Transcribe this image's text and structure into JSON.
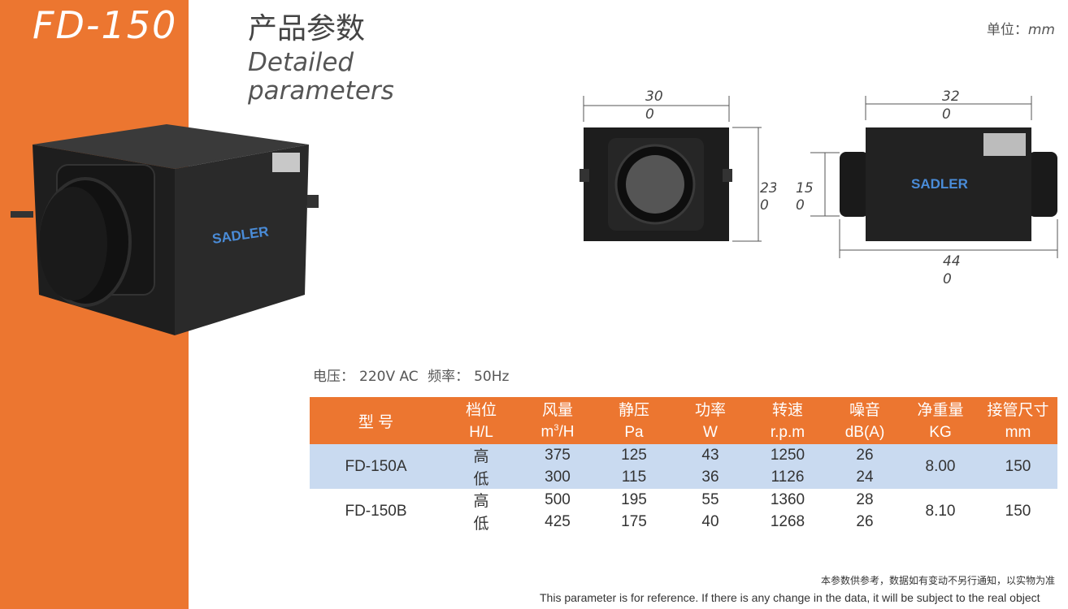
{
  "model_banner": "FD-150",
  "heading": {
    "cn": "产品参数",
    "en_line1": "Detailed",
    "en_line2": "parameters"
  },
  "unit": {
    "label": "单位：",
    "value": "mm"
  },
  "product_image": {
    "logo": "SADLER"
  },
  "front_view": {
    "width_dim_l1": "30",
    "width_dim_l2": "0",
    "height_dim_l1": "23",
    "height_dim_l2": "0"
  },
  "side_view": {
    "width_dim_l1": "32",
    "width_dim_l2": "0",
    "height_dim_l1": "15",
    "height_dim_l2": "0",
    "length_dim_l1": "44",
    "length_dim_l2": "0",
    "logo": "SADLER"
  },
  "power": {
    "voltage_label": "电压：",
    "voltage": "220V AC",
    "freq_label": "频率：",
    "freq": "50Hz"
  },
  "table": {
    "headers": [
      {
        "main": "型 号",
        "sub": ""
      },
      {
        "main": "档位",
        "sub": "H/L"
      },
      {
        "main": "风量",
        "sub_pre": "m",
        "sup": "3",
        "sub_post": "/H"
      },
      {
        "main": "静压",
        "sub": "Pa"
      },
      {
        "main": "功率",
        "sub": "W"
      },
      {
        "main": "转速",
        "sub": "r.p.m"
      },
      {
        "main": "噪音",
        "sub": "dB(A)"
      },
      {
        "main": "净重量",
        "sub": "KG"
      },
      {
        "main": "接管尺寸",
        "sub": "mm"
      }
    ],
    "rows": [
      {
        "model": "FD-150A",
        "weight": "8.00",
        "pipe": "150",
        "levels": [
          {
            "gear": "高",
            "airflow": "375",
            "pressure": "125",
            "power": "43",
            "speed": "1250",
            "noise": "26"
          },
          {
            "gear": "低",
            "airflow": "300",
            "pressure": "115",
            "power": "36",
            "speed": "1126",
            "noise": "24"
          }
        ]
      },
      {
        "model": "FD-150B",
        "weight": "8.10",
        "pipe": "150",
        "levels": [
          {
            "gear": "高",
            "airflow": "500",
            "pressure": "195",
            "power": "55",
            "speed": "1360",
            "noise": "28"
          },
          {
            "gear": "低",
            "airflow": "425",
            "pressure": "175",
            "power": "40",
            "speed": "1268",
            "noise": "26"
          }
        ]
      }
    ]
  },
  "footnote": {
    "cn": "本参数供参考，数据如有变动不另行通知，以实物为准",
    "en": "This parameter is for reference. If there is any change in the data, it will be subject to the real object"
  },
  "colors": {
    "orange": "#ec7630",
    "row_highlight": "#c9daf0"
  }
}
